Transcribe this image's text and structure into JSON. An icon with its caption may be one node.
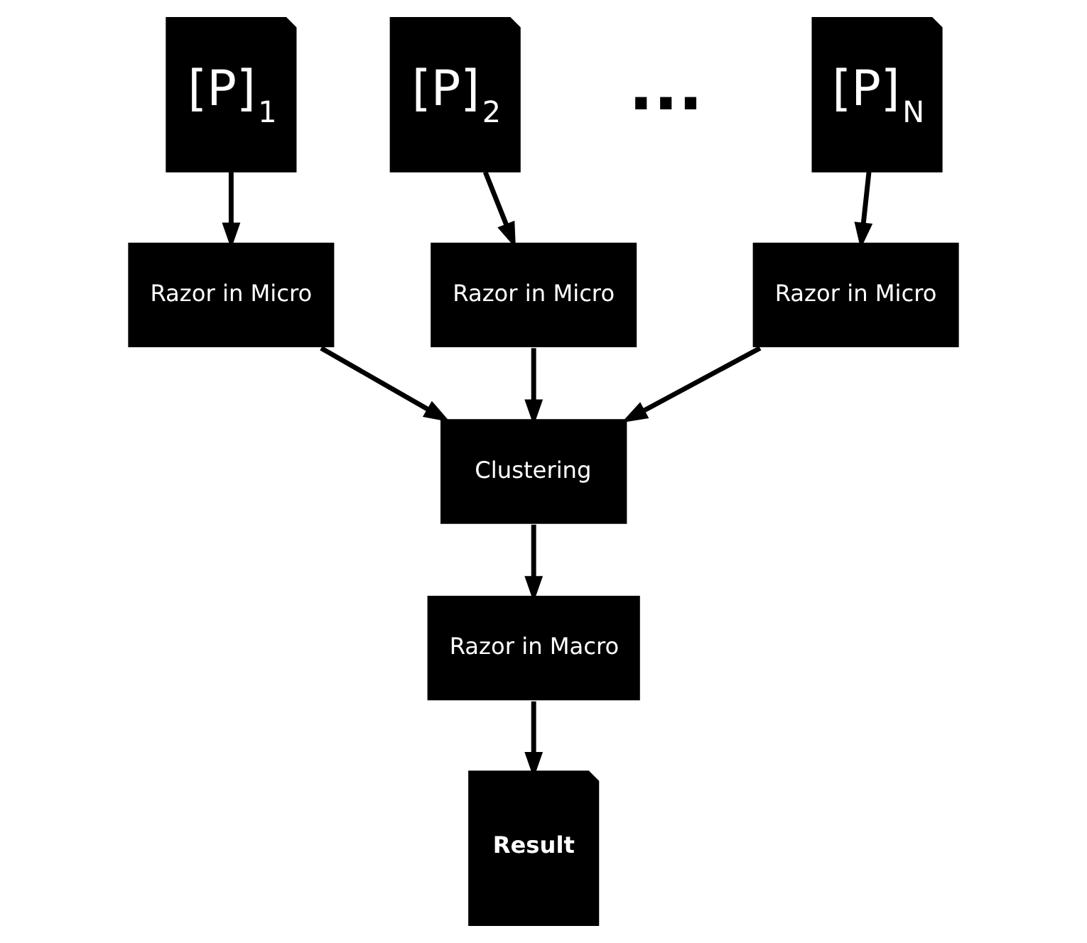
{
  "diagram": {
    "nodes": [
      {
        "text": [
          "[P]$_{1}$"
        ]
      },
      {
        "text": [
          "[P]$_{2}$"
        ]
      },
      {
        "text": [
          "[P]$_{N}$"
        ]
      },
      {
        "text": [
          "Razor in Micro"
        ]
      },
      {
        "text": [
          "Razor in Micro"
        ]
      },
      {
        "text": [
          "Razor in Micro"
        ]
      },
      {
        "text": [
          "Clustering"
        ]
      },
      {
        "text": [
          "Razor in Macro"
        ]
      },
      {
        "text": [
          "Result"
        ]
      }
    ],
    "edges": [
      {
        "from": 0,
        "to": 3,
        "arrow": "to"
      },
      {
        "from": 1,
        "to": 4,
        "arrow": "to"
      },
      {
        "from": 2,
        "to": 5,
        "arrow": "to"
      },
      {
        "from": 3,
        "to": 6,
        "arrow": "to"
      },
      {
        "from": 4,
        "to": 6,
        "arrow": "to"
      },
      {
        "from": 5,
        "to": 6,
        "arrow": "to"
      },
      {
        "from": 6,
        "to": 7,
        "arrow": "to"
      },
      {
        "from": 7,
        "to": 8,
        "arrow": "to"
      }
    ],
    "labels": [
      "..."
    ]
  }
}
